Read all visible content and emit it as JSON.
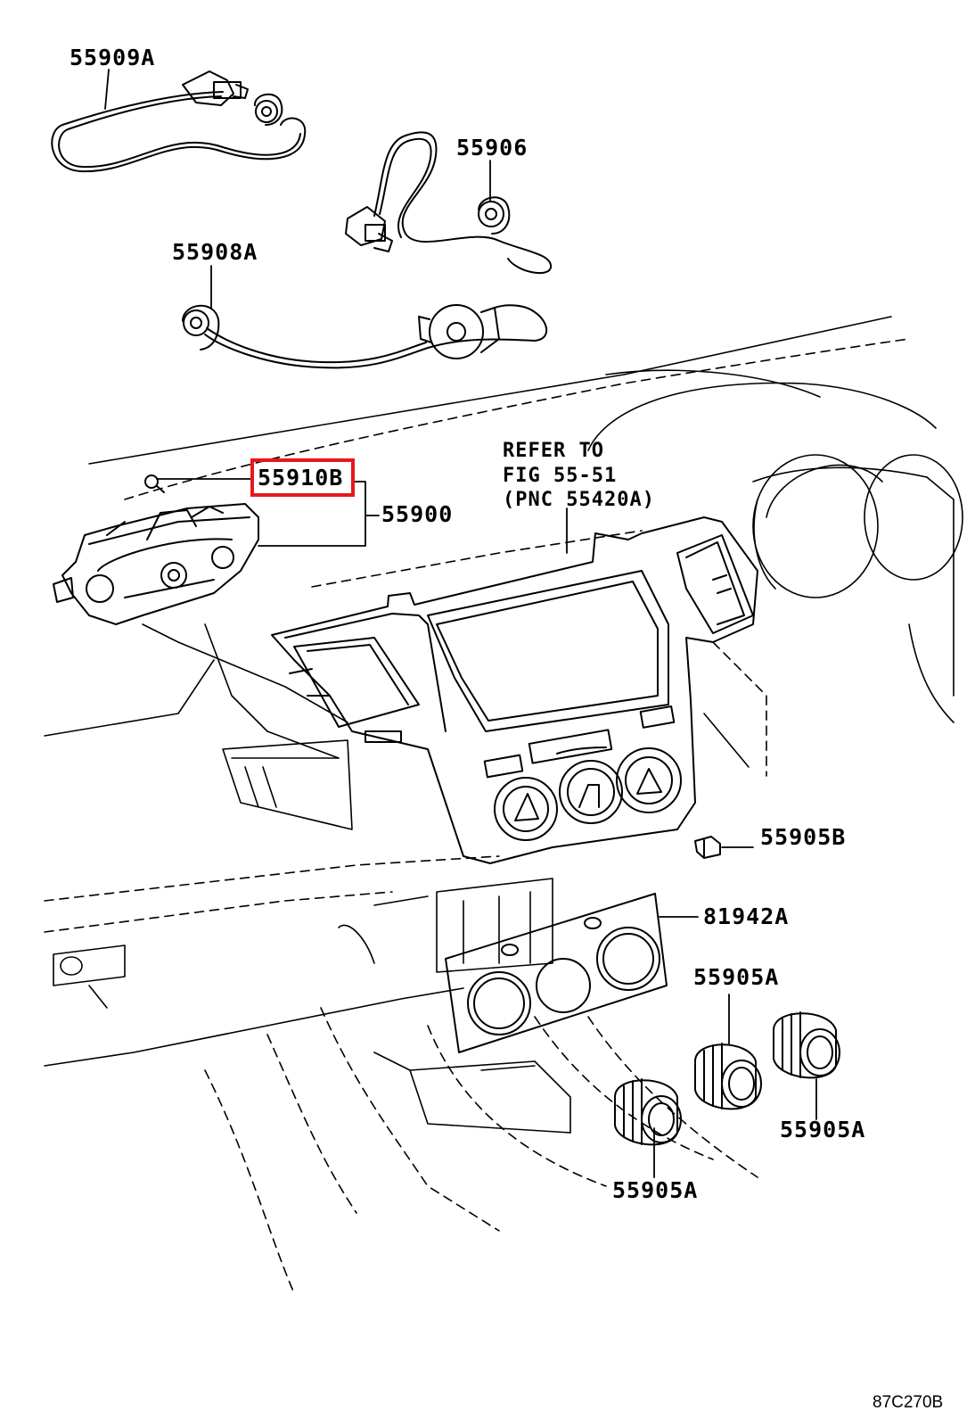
{
  "parts": [
    {
      "id": "p-55909a",
      "label": "55909A"
    },
    {
      "id": "p-55906",
      "label": "55906"
    },
    {
      "id": "p-55908a",
      "label": "55908A"
    },
    {
      "id": "p-55910b",
      "label": "55910B",
      "highlighted": true
    },
    {
      "id": "p-55900",
      "label": "55900"
    },
    {
      "id": "p-55905b",
      "label": "55905B"
    },
    {
      "id": "p-81942a",
      "label": "81942A"
    },
    {
      "id": "p-55905a-1",
      "label": "55905A"
    },
    {
      "id": "p-55905a-2",
      "label": "55905A"
    },
    {
      "id": "p-55905a-3",
      "label": "55905A"
    }
  ],
  "reference_note": {
    "line1": "REFER TO",
    "line2": "FIG 55-51",
    "line3": "(PNC 55420A)"
  },
  "diagram_code": "87C270B",
  "colors": {
    "highlight": "#e8171d",
    "ink": "#000000",
    "background": "#ffffff"
  }
}
